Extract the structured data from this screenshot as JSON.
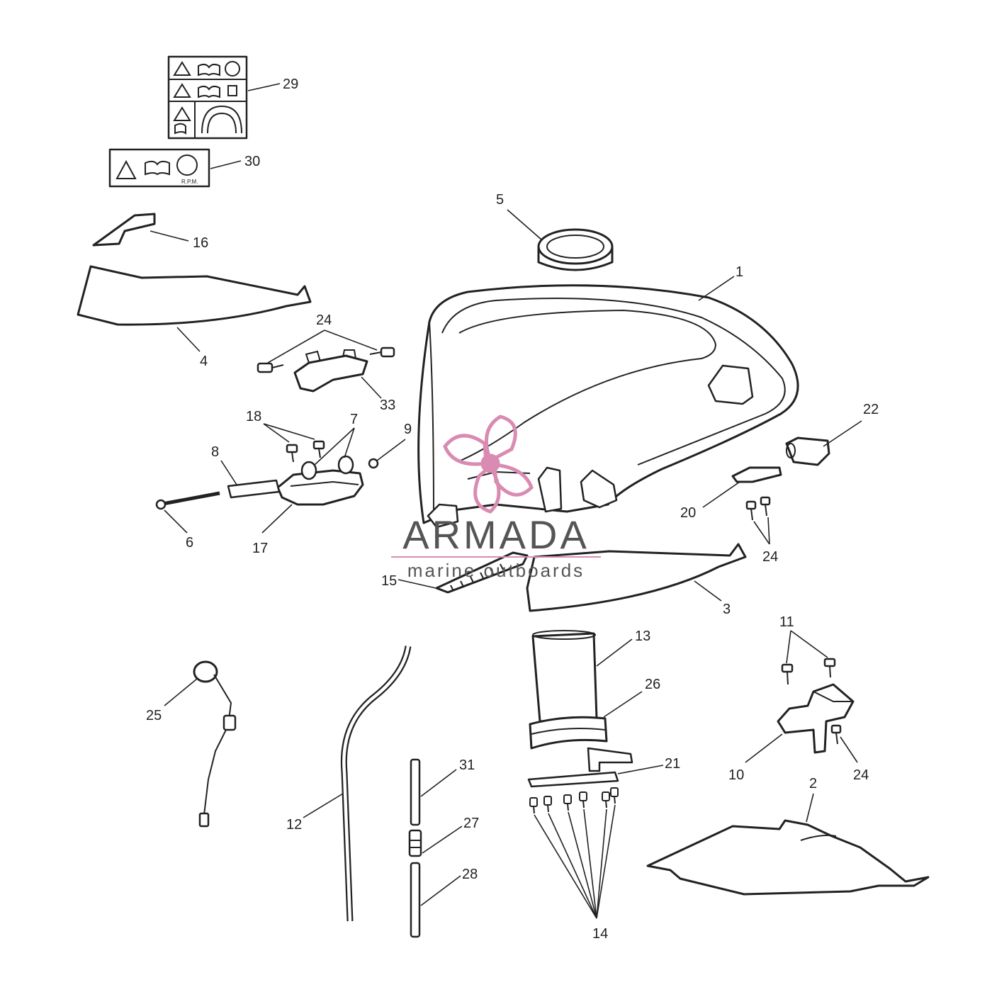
{
  "callouts": {
    "c1": "1",
    "c2": "2",
    "c3": "3",
    "c4": "4",
    "c5": "5",
    "c6": "6",
    "c7": "7",
    "c8": "8",
    "c9": "9",
    "c10": "10",
    "c11": "11",
    "c12": "12",
    "c13": "13",
    "c14": "14",
    "c15": "15",
    "c16": "16",
    "c17": "17",
    "c18": "18",
    "c20": "20",
    "c21": "21",
    "c22": "22",
    "c24a": "24",
    "c24b": "24",
    "c24c": "24",
    "c25": "25",
    "c26": "26",
    "c27": "27",
    "c28": "28",
    "c29": "29",
    "c30": "30",
    "c31": "31",
    "c33": "33"
  },
  "label30_text": "R.P.M.",
  "watermark": {
    "title": "ARMADA",
    "subtitle": "marine outboards",
    "color": "#d98bb2",
    "text_color": "#555555"
  }
}
